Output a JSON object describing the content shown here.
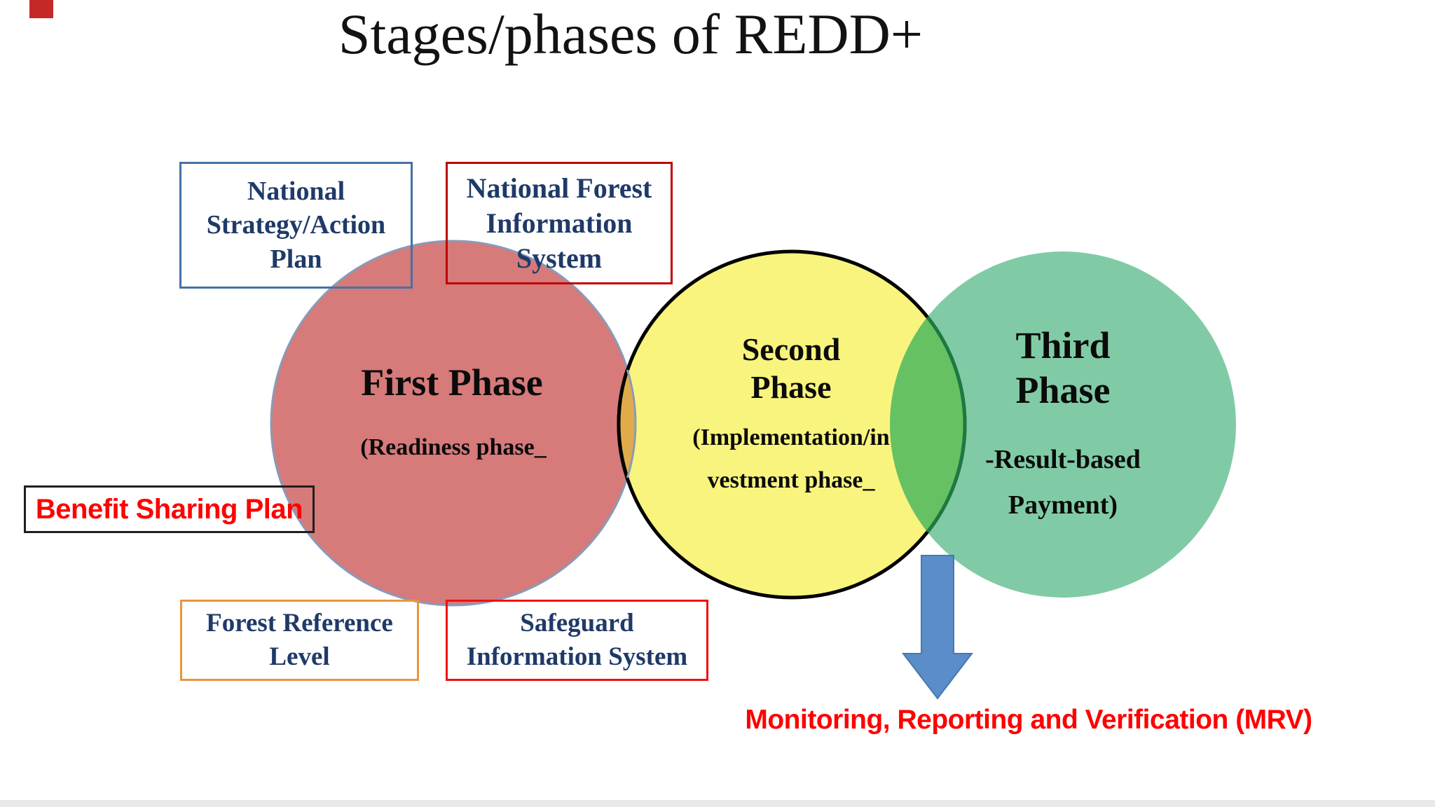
{
  "title": "Stages/phases of REDD+",
  "boxes": {
    "national_strategy_action_plan": {
      "line1": "National",
      "line2": "Strategy/Action",
      "line3": "Plan",
      "border_color": "#4472a4",
      "text_color": "#1f3a68"
    },
    "national_forest_information_system": {
      "line1": "National Forest",
      "line2": "Information",
      "line3": "System",
      "border_color": "#c00000",
      "text_color": "#1f3a68"
    },
    "benefit_sharing_plan": {
      "label": "Benefit Sharing Plan",
      "border_color": "#1f1f1f",
      "text_color": "#ff0000"
    },
    "forest_reference_level": {
      "line1": "Forest Reference",
      "line2": "Level",
      "border_color": "#e8963c",
      "text_color": "#1f3a68"
    },
    "safeguard_information_system": {
      "line1": "Safeguard",
      "line2": "Information System",
      "border_color": "#ee1111",
      "text_color": "#1f3a68"
    }
  },
  "phases": {
    "first": {
      "title": "First Phase",
      "subtitle": "(Readiness phase_",
      "fill": "#d67a7a",
      "stroke": "#8a9ab8"
    },
    "second": {
      "title_line1": "Second",
      "title_line2": "Phase",
      "subtitle_line1": "(Implementation/in",
      "subtitle_line2": "vestment phase_",
      "fill": "#f8f47d",
      "stroke": "#000000"
    },
    "third": {
      "title_line1": "Third",
      "title_line2": "Phase",
      "subtitle_line1": "-Result-based",
      "subtitle_line2": "Payment)",
      "fill": "#80cba5"
    }
  },
  "overlaps": {
    "first_second_fill": "#e0ac4a",
    "second_third_fill": "#66c163",
    "second_third_edge": "#1c7a40"
  },
  "arrow": {
    "fill": "#5b8dc8",
    "stroke": "#4679ad"
  },
  "mrv_label": {
    "text": "Monitoring, Reporting and Verification (MRV)",
    "color": "#ff0000"
  },
  "decorations": {
    "corner_mark_color": "#c62828",
    "bottom_strip_color": "#e9e9e9"
  }
}
